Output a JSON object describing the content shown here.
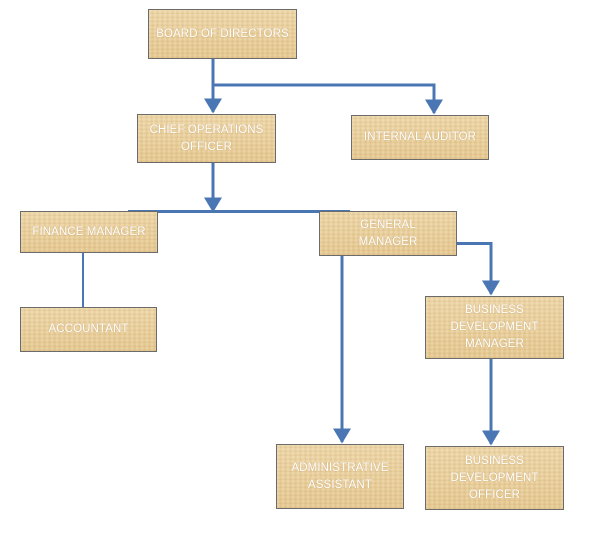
{
  "chart": {
    "nodes": {
      "board": "BOARD OF DIRECTORS",
      "coo": "CHIEF OPERATIONS\nOFFICER",
      "auditor": "INTERNAL AUDITOR",
      "finance": "FINANCE MANAGER",
      "gm": "GENERAL\nMANAGER",
      "accountant": "ACCOUNTANT",
      "bdm": "BUSINESS\nDEVELOPMENT\nMANAGER",
      "admin": "ADMINISTRATIVE\nASSISTANT",
      "bdo": "BUSINESS\nDEVELOPMENT\nOFFICER"
    },
    "edges": [
      {
        "from": "board",
        "to": "coo"
      },
      {
        "from": "board",
        "to": "auditor"
      },
      {
        "from": "coo",
        "to": "finance"
      },
      {
        "from": "coo",
        "to": "gm"
      },
      {
        "from": "finance",
        "to": "accountant"
      },
      {
        "from": "gm",
        "to": "bdm"
      },
      {
        "from": "gm",
        "to": "admin"
      },
      {
        "from": "bdm",
        "to": "bdo"
      }
    ],
    "colors": {
      "box_fill": "#e9cd97",
      "box_border": "#6b6b6b",
      "box_text": "#ffffff",
      "connector": "#4a77b4"
    }
  }
}
